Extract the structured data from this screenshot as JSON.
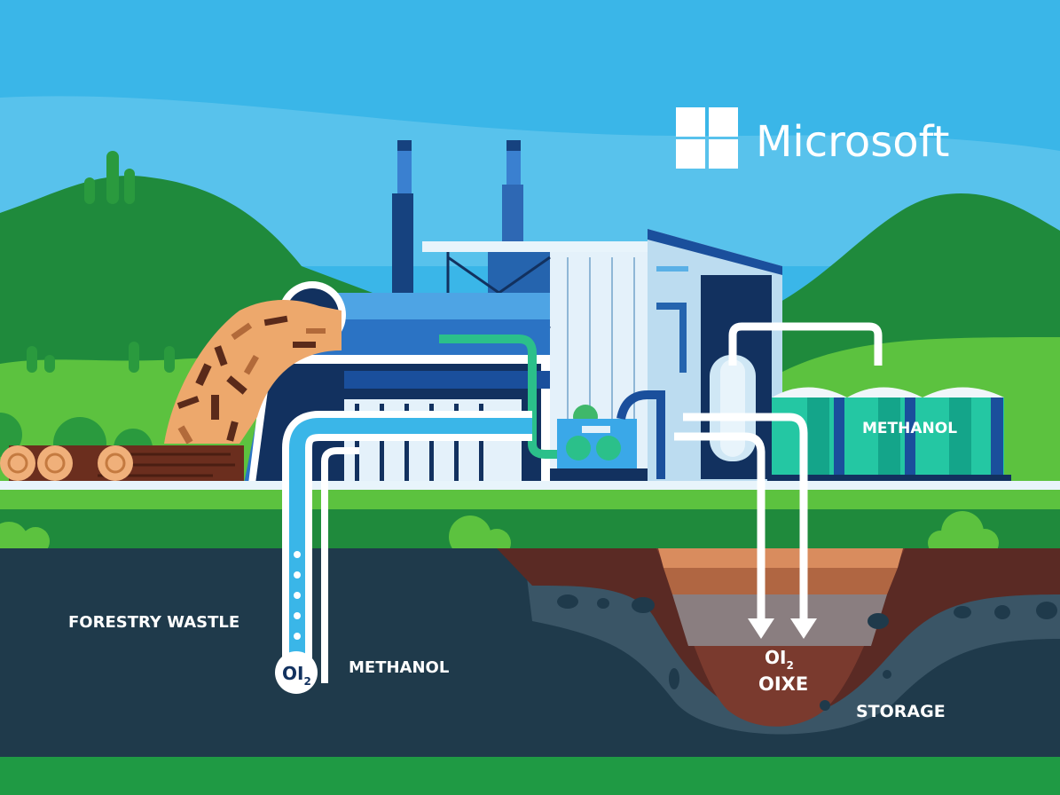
{
  "brand": {
    "logo_name": "Microsoft",
    "logo_icon": "four-square-windows-logo"
  },
  "labels": {
    "forestry_waste": "FORESTRY WASTLE",
    "methanol_underground": "METHANOL",
    "methanol_tanks": "METHANOL",
    "well_badge": "OI",
    "well_badge_sub": "2",
    "storage_formula": "OI",
    "storage_formula_sub": "2",
    "storage_oxide": "OIXE",
    "storage": "STORAGE"
  },
  "colors": {
    "sky": "#3bb8ea",
    "hill_dark": "#1f8a3c",
    "hill_light": "#5cc23f",
    "factory_blue": "#1a4f9c",
    "factory_light": "#d9ecf7",
    "tank_teal": "#22c4a0",
    "underground": "#1f3a4b",
    "soil_brown": "#7a3a2e",
    "wood": "#e9a56c",
    "pipe_white": "#ffffff",
    "pipe_green": "#2bc08a"
  }
}
